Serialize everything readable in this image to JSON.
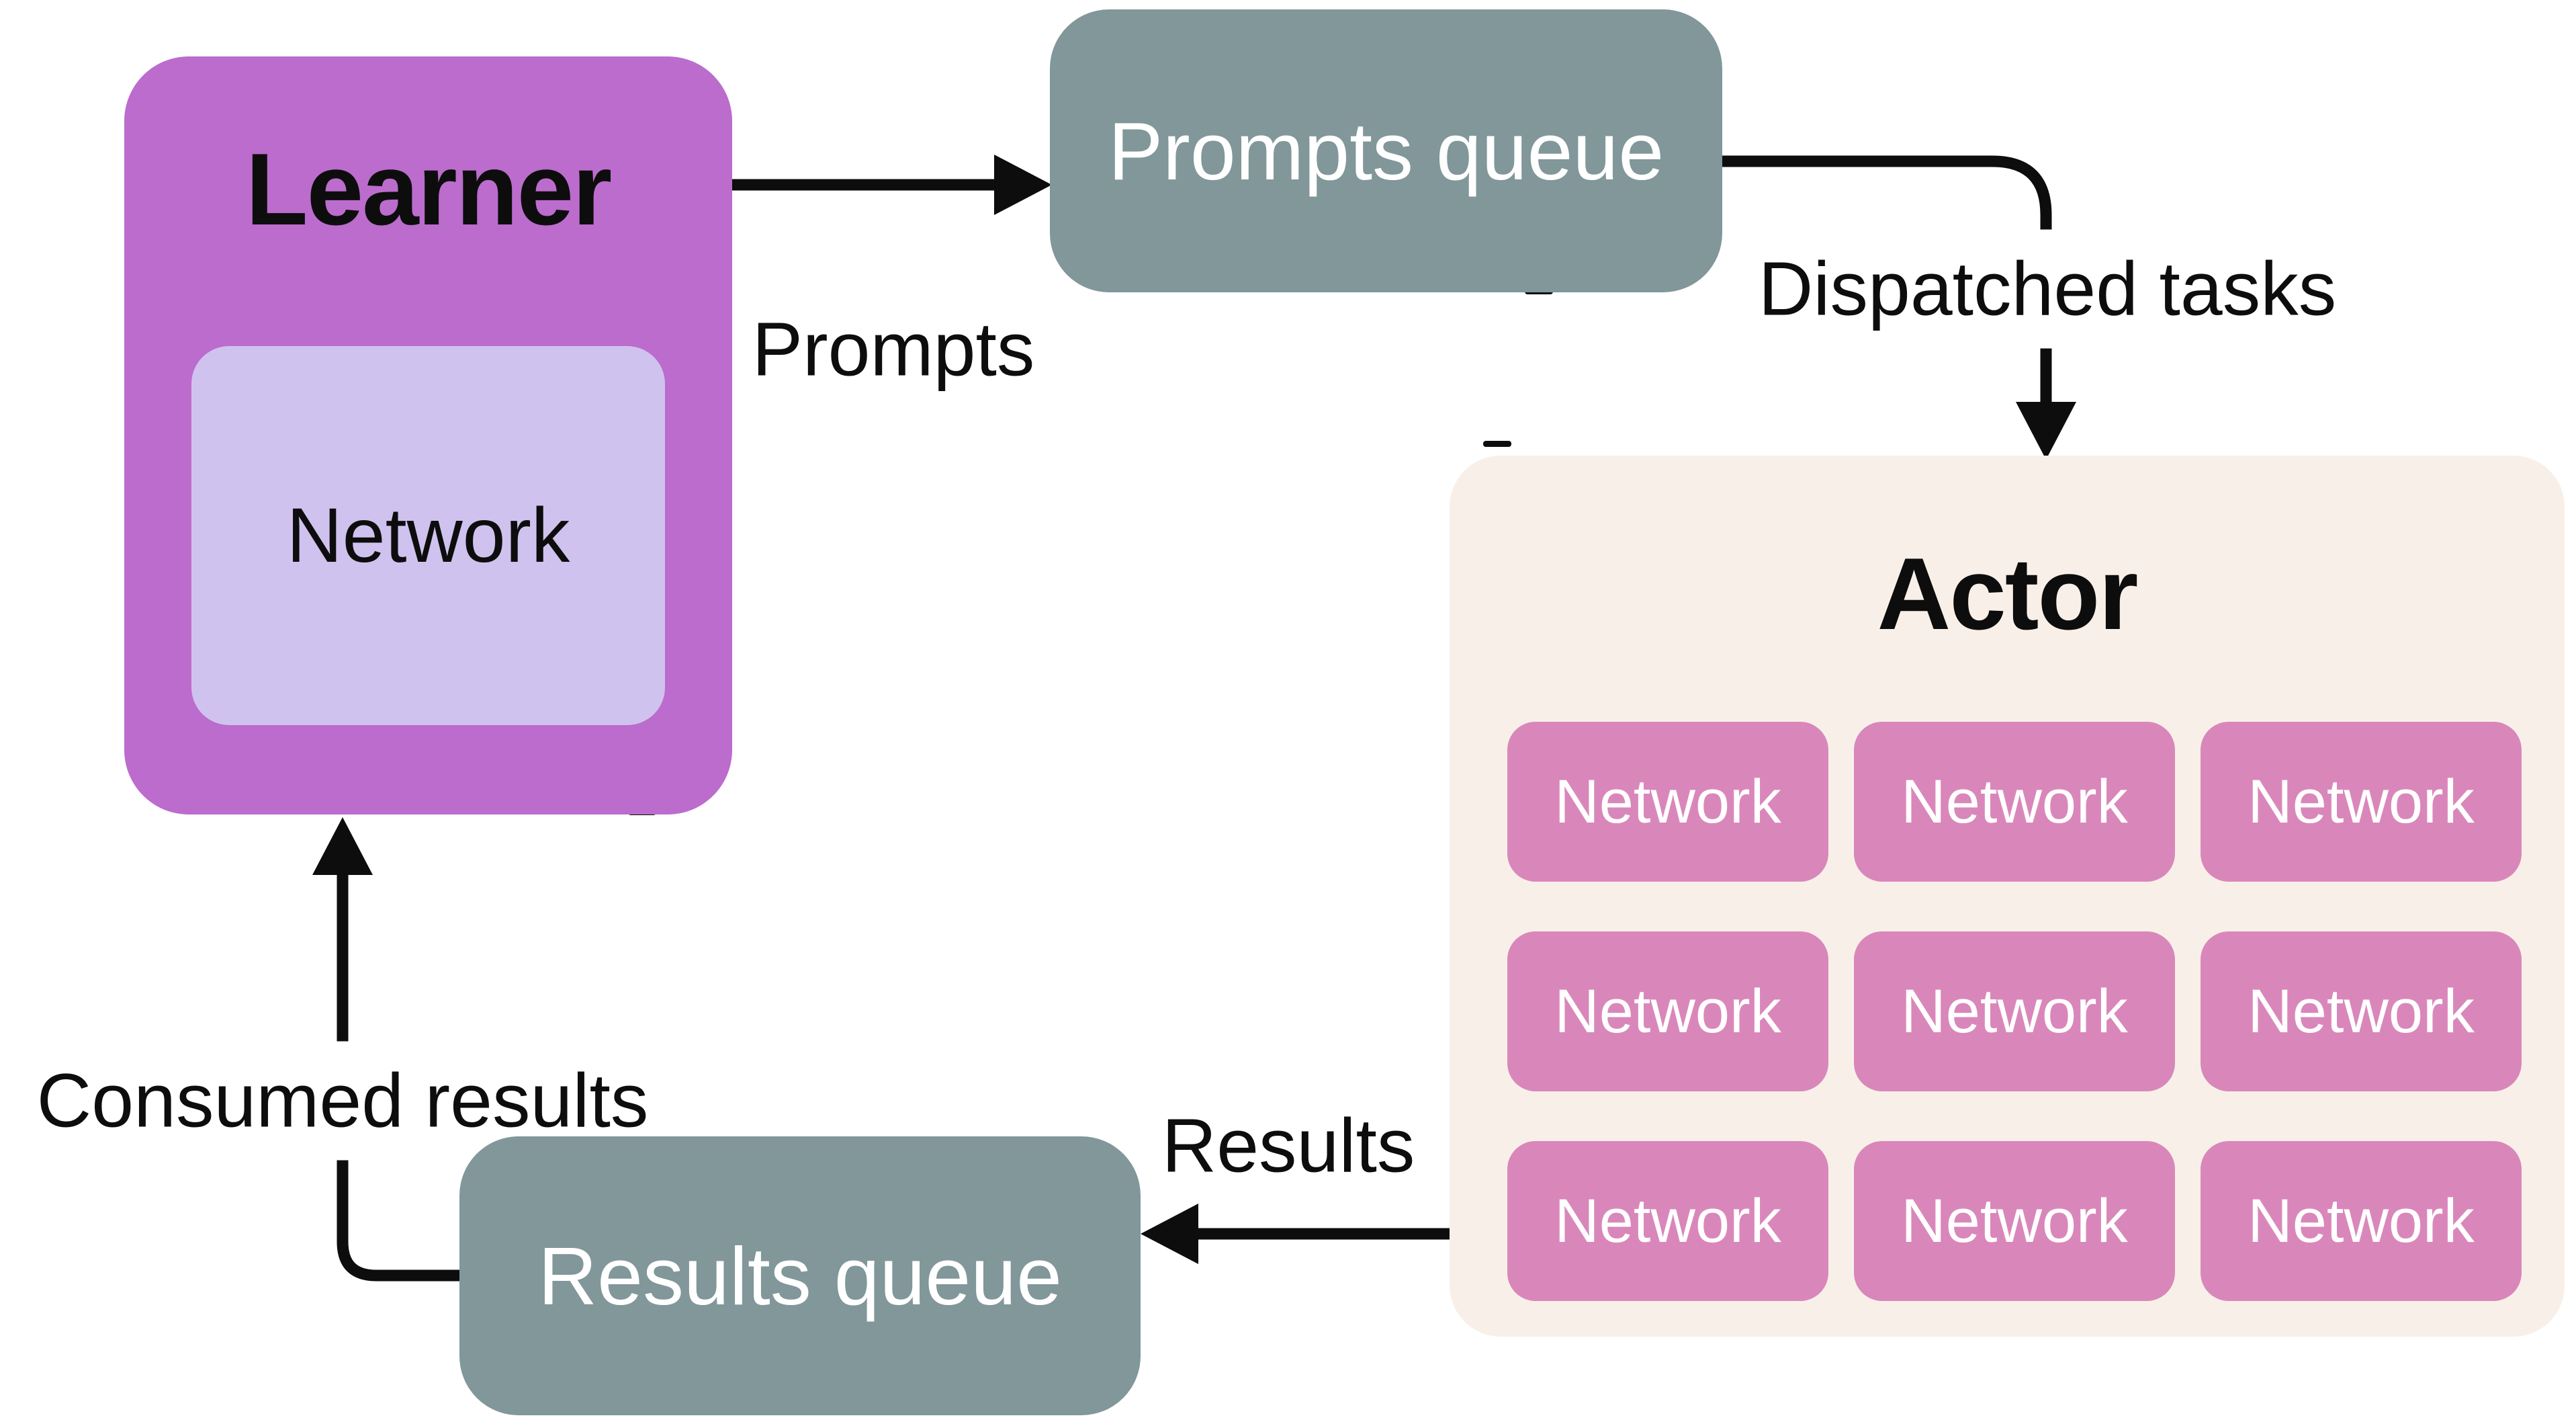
{
  "nodes": {
    "learner": {
      "title": "Learner",
      "network_label": "Network"
    },
    "prompts_queue": {
      "label": "Prompts queue"
    },
    "actor": {
      "title": "Actor",
      "networks": [
        "Network",
        "Network",
        "Network",
        "Network",
        "Network",
        "Network",
        "Network",
        "Network",
        "Network"
      ]
    },
    "results_queue": {
      "label": "Results queue"
    }
  },
  "edges": {
    "prompts": {
      "label": "Prompts",
      "from": "Learner",
      "to": "Prompts queue"
    },
    "dispatched_tasks": {
      "label": "Dispatched tasks",
      "from": "Prompts queue",
      "to": "Actor"
    },
    "results": {
      "label": "Results",
      "from": "Actor",
      "to": "Results queue"
    },
    "consumed_results": {
      "label": "Consumed results",
      "from": "Results queue",
      "to": "Learner"
    }
  },
  "colors": {
    "learner_fill": "#bb6ccd",
    "learner_network_fill": "#d0c2ee",
    "queue_fill": "#81979a",
    "actor_fill": "#f8f0e8",
    "actor_network_fill": "#d987bb",
    "arrow": "#0d0d0d",
    "background": "#ffffff"
  }
}
